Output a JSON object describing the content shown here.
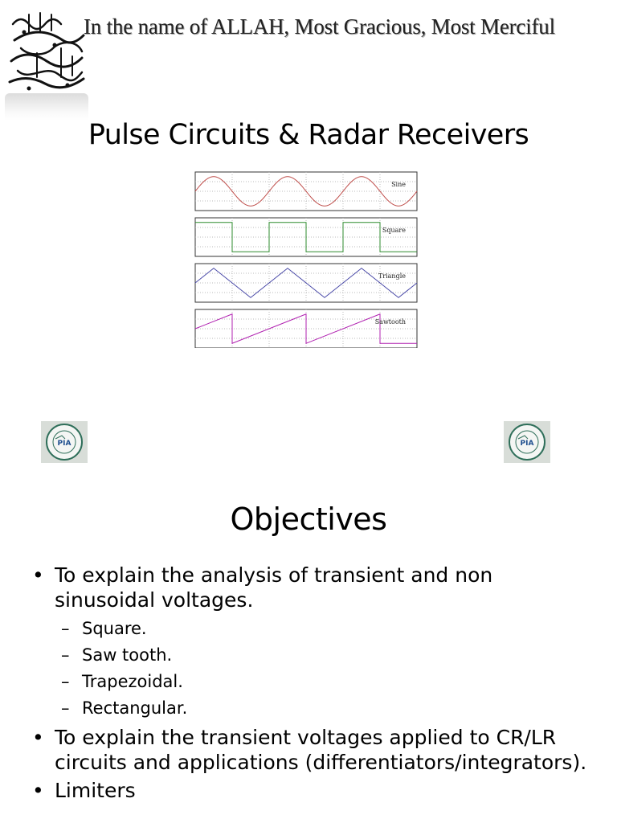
{
  "header": {
    "basmala_text": "In the name of ALLAH, Most Gracious, Most Merciful",
    "calligraphy_icon": "arabic-calligraphy-basmala"
  },
  "slide1": {
    "title": "Pulse Circuits & Radar Receivers",
    "waveforms": [
      {
        "label": "Sine",
        "color": "#c0504d"
      },
      {
        "label": "Square",
        "color": "#2e8b2e"
      },
      {
        "label": "Triangle",
        "color": "#4a4aa8"
      },
      {
        "label": "Sawtooth",
        "color": "#b020b0"
      }
    ],
    "logo_icon": "pia-training-centre-emblem"
  },
  "slide2": {
    "title": "Objectives",
    "bullets": [
      {
        "text": "To explain the analysis of transient and non sinusoidal voltages.",
        "subitems": [
          "Square.",
          "Saw tooth.",
          "Trapezoidal.",
          "Rectangular."
        ]
      },
      {
        "text": "To explain the transient voltages applied to CR/LR circuits and applications (differentiators/integrators).",
        "subitems": []
      },
      {
        "text": "Limiters",
        "subitems": []
      }
    ],
    "bullet_glyph": "•",
    "sub_glyph": "–"
  }
}
